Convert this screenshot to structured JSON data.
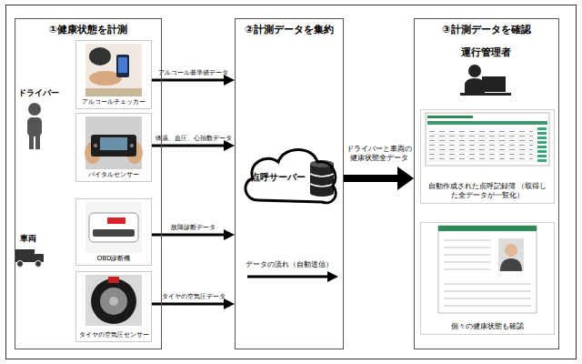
{
  "diagram": {
    "nodes": [
      {
        "text": [
          "①健康状態を計測"
        ]
      },
      {
        "text": [
          "アルコールチェッカー"
        ],
        "in": 0
      },
      {
        "text": [
          "バイタルセンサー"
        ],
        "in": 0
      },
      {
        "text": [
          "OBD診断機"
        ],
        "in": 0
      },
      {
        "text": [
          "タイヤの空気圧センサー"
        ],
        "in": 0
      },
      {
        "text": [
          "②計測データを集約"
        ]
      },
      {
        "text": [
          "点呼サーバー"
        ],
        "in": 5
      },
      {
        "text": [
          "③計測データを確認"
        ]
      },
      {
        "text": [
          "自動作成された点呼記録簿 （取得した全データが一覧化）"
        ],
        "in": 7
      },
      {
        "text": [
          "個々の健康状態も確認"
        ],
        "in": 7
      }
    ],
    "edges": [
      {
        "from": 1,
        "to": 5,
        "arrow": "to",
        "label": "アルコール基準値データ"
      },
      {
        "from": 2,
        "to": 5,
        "arrow": "to",
        "label": "体温、血圧、心拍数データ"
      },
      {
        "from": 3,
        "to": 5,
        "arrow": "to",
        "label": "故障診断データ"
      },
      {
        "from": 4,
        "to": 5,
        "arrow": "to",
        "label": "タイヤの空気圧データ"
      },
      {
        "from": 5,
        "to": 7,
        "arrow": "to",
        "label": "ドライバーと車両の 健康状態全データ"
      }
    ],
    "labels": [
      "ドライバー",
      "車両",
      "運行管理者",
      "データの流れ（自動送信）"
    ]
  }
}
